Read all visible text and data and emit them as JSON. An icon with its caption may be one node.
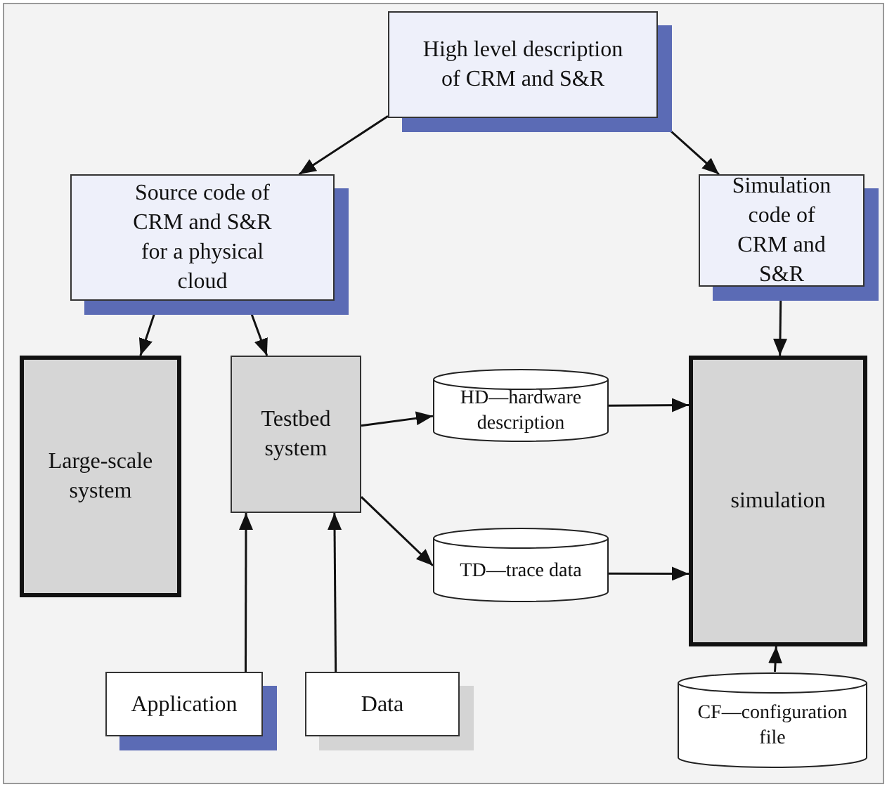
{
  "diagram": {
    "nodes": [
      {
        "text": [
          "High level description of CRM and S&R"
        ]
      },
      {
        "text": [
          "Source code of CRM and S&R for a physical cloud"
        ]
      },
      {
        "text": [
          "Simulation code of CRM and S&R"
        ]
      },
      {
        "text": [
          "Large-scale system"
        ]
      },
      {
        "text": [
          "Testbed system"
        ]
      },
      {
        "text": [
          "HD—hardware description"
        ]
      },
      {
        "text": [
          "TD—trace data"
        ]
      },
      {
        "text": [
          "simulation"
        ]
      },
      {
        "text": [
          "Application"
        ]
      },
      {
        "text": [
          "Data"
        ]
      },
      {
        "text": [
          "CF—configuration file"
        ]
      }
    ],
    "edges": [
      {
        "from": 0,
        "to": 1,
        "arrow": "to"
      },
      {
        "from": 0,
        "to": 2,
        "arrow": "to"
      },
      {
        "from": 1,
        "to": 3,
        "arrow": "to"
      },
      {
        "from": 1,
        "to": 4,
        "arrow": "to"
      },
      {
        "from": 4,
        "to": 5,
        "arrow": "to"
      },
      {
        "from": 4,
        "to": 6,
        "arrow": "to"
      },
      {
        "from": 5,
        "to": 7,
        "arrow": "to"
      },
      {
        "from": 6,
        "to": 7,
        "arrow": "to"
      },
      {
        "from": 2,
        "to": 7,
        "arrow": "to"
      },
      {
        "from": 8,
        "to": 4,
        "arrow": "to"
      },
      {
        "from": 9,
        "to": 4,
        "arrow": "to"
      },
      {
        "from": 10,
        "to": 7,
        "arrow": "to"
      }
    ]
  }
}
